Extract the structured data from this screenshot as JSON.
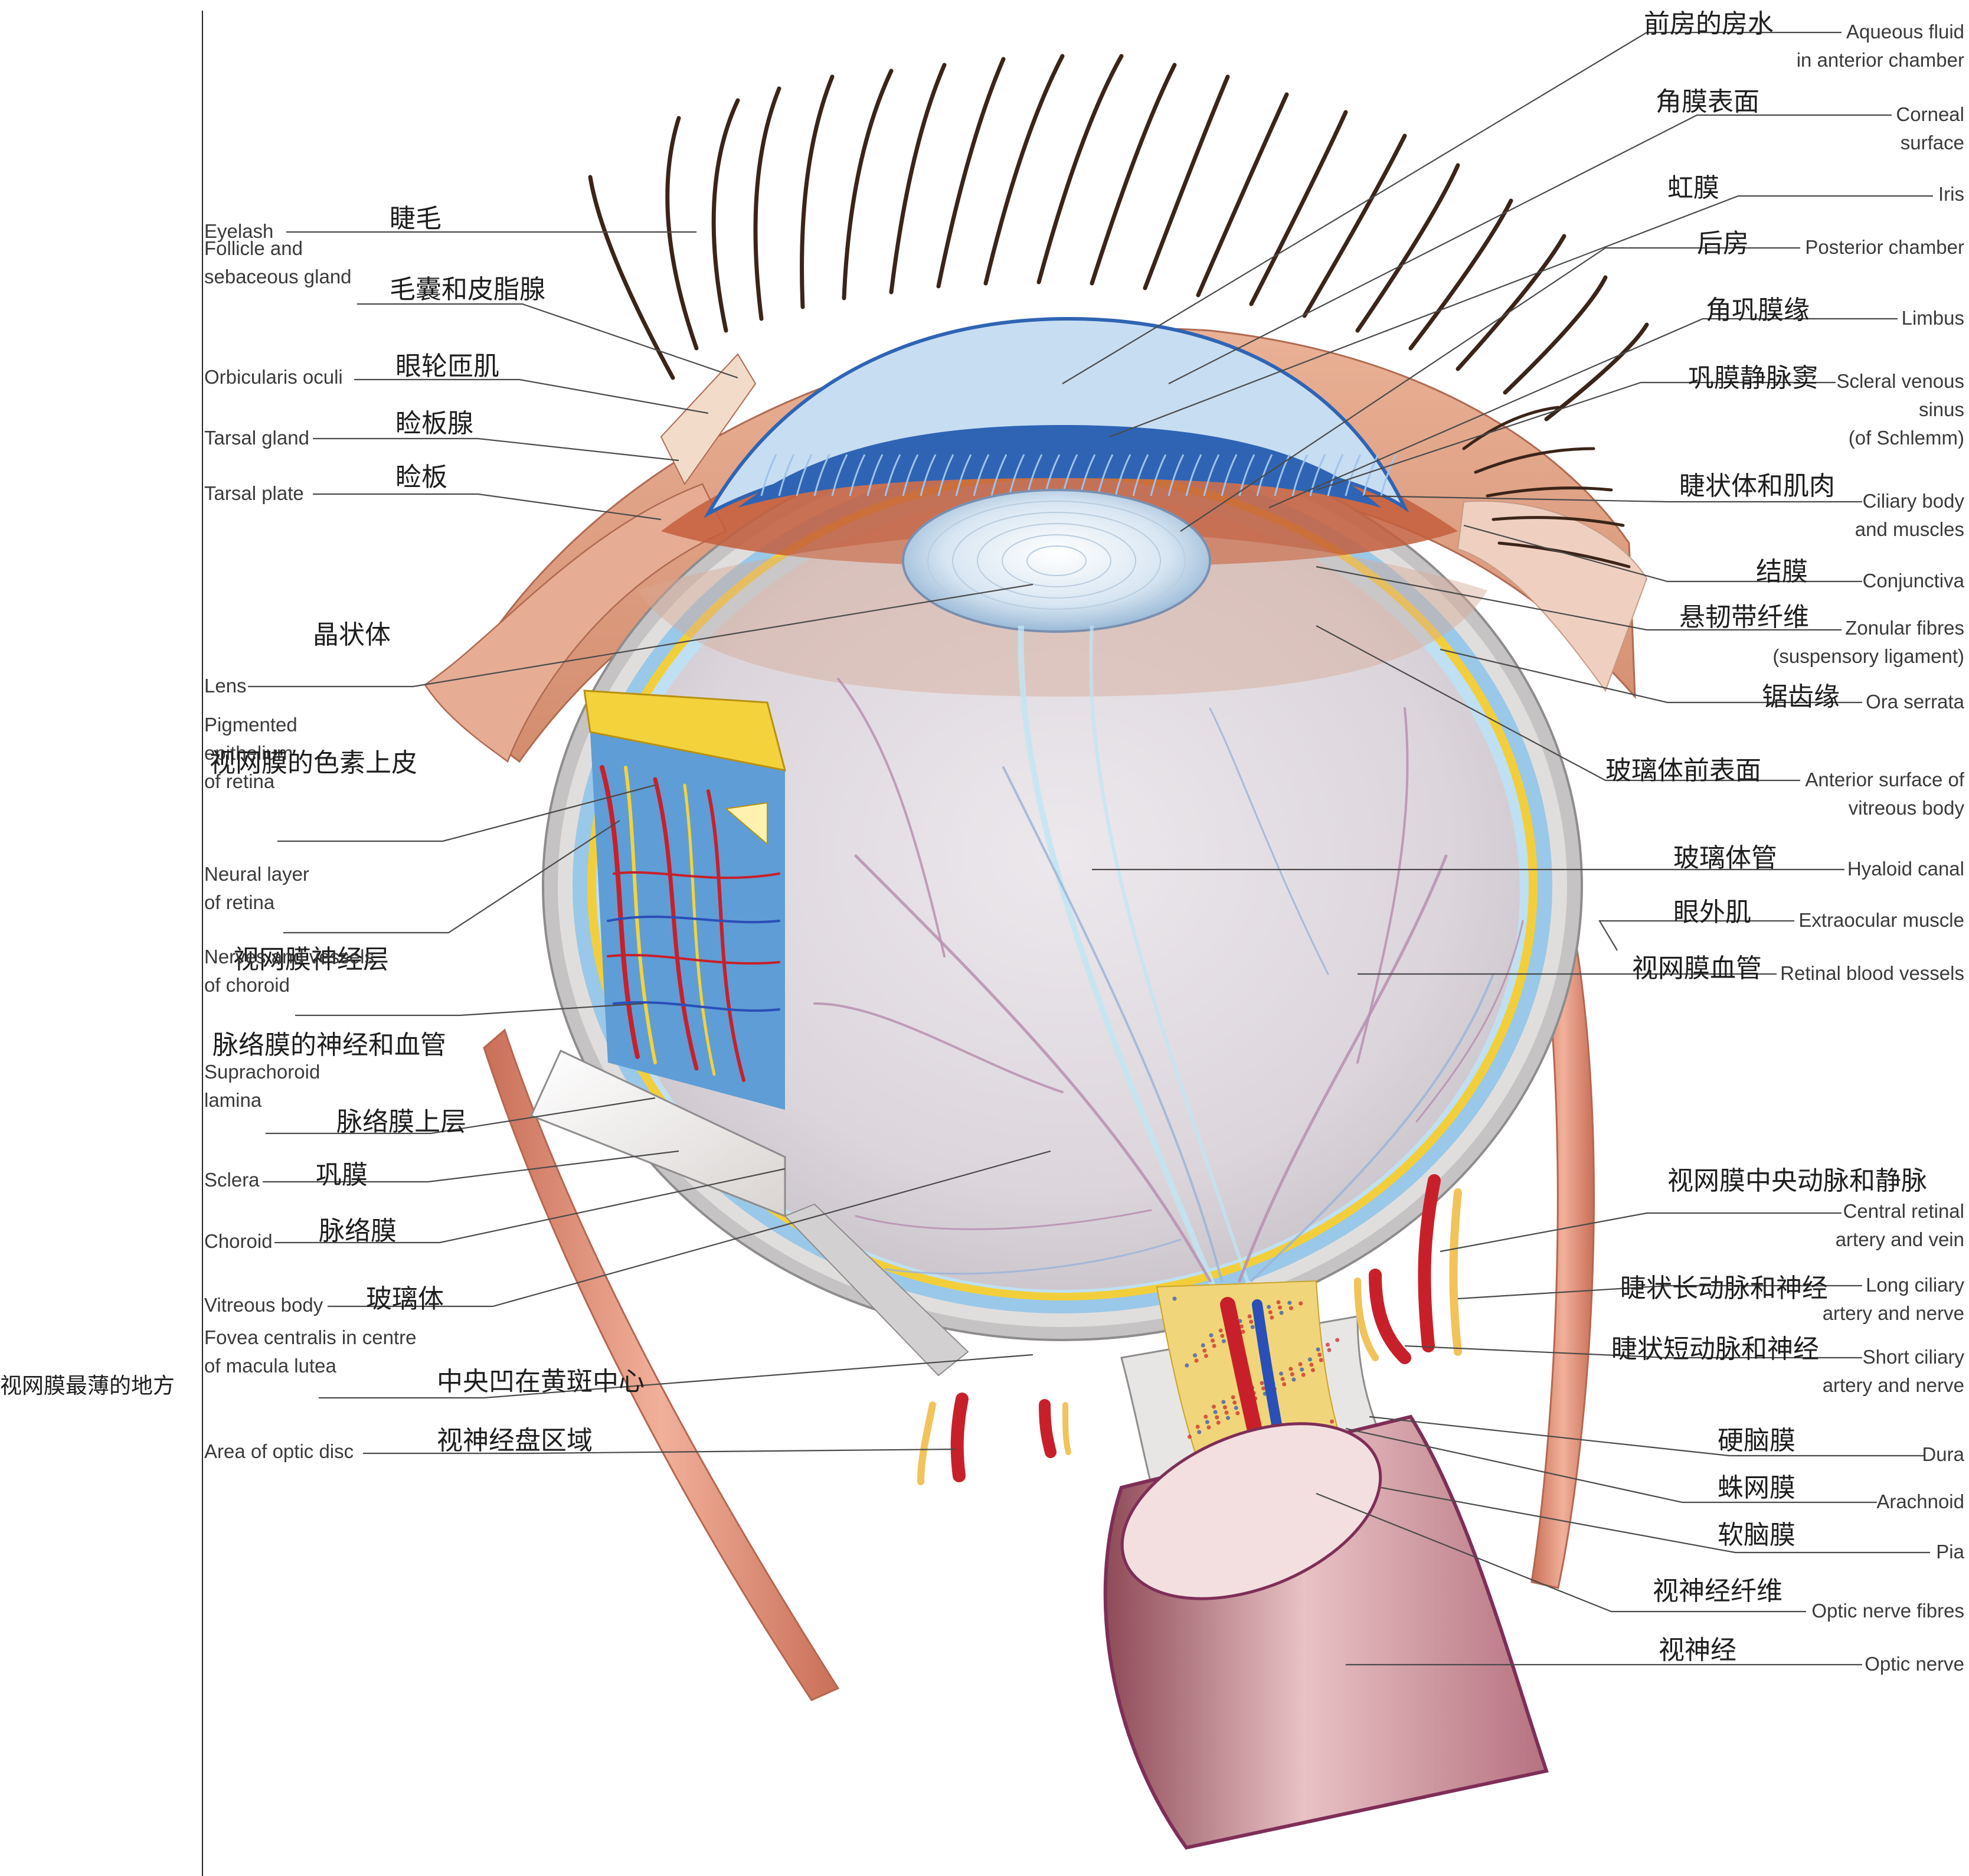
{
  "side_note": "视网膜最薄的地方",
  "left_labels": [
    {
      "en": [
        "Eyelash"
      ],
      "zh": "睫毛"
    },
    {
      "en": [
        "Follicle and",
        "sebaceous gland"
      ],
      "zh": "毛囊和皮脂腺"
    },
    {
      "en": [
        "Orbicularis oculi"
      ],
      "zh": "眼轮匝肌"
    },
    {
      "en": [
        "Tarsal gland"
      ],
      "zh": "睑板腺"
    },
    {
      "en": [
        "Tarsal plate"
      ],
      "zh": "睑板"
    },
    {
      "en": [
        "Lens"
      ],
      "zh": "晶状体"
    },
    {
      "en": [
        "Pigmented",
        "epithelium",
        "of retina"
      ],
      "zh": "视网膜的色素上皮"
    },
    {
      "en": [
        "Neural layer",
        "of retina"
      ],
      "zh": "视网膜神经层"
    },
    {
      "en": [
        "Nerves and vessels",
        "of choroid"
      ],
      "zh": "脉络膜的神经和血管"
    },
    {
      "en": [
        "Suprachoroid",
        "lamina"
      ],
      "zh": "脉络膜上层"
    },
    {
      "en": [
        "Sclera"
      ],
      "zh": "巩膜"
    },
    {
      "en": [
        "Choroid"
      ],
      "zh": "脉络膜"
    },
    {
      "en": [
        "Vitreous body"
      ],
      "zh": "玻璃体"
    },
    {
      "en": [
        "Fovea centralis in centre",
        "of macula lutea"
      ],
      "zh": "中央凹在黄斑中心"
    },
    {
      "en": [
        "Area of optic disc"
      ],
      "zh": "视神经盘区域"
    }
  ],
  "right_labels": [
    {
      "en": [
        "Aqueous fluid",
        "in anterior chamber"
      ],
      "zh": "前房的房水"
    },
    {
      "en": [
        "Corneal",
        "surface"
      ],
      "zh": "角膜表面"
    },
    {
      "en": [
        "Iris"
      ],
      "zh": "虹膜"
    },
    {
      "en": [
        "Posterior chamber"
      ],
      "zh": "后房"
    },
    {
      "en": [
        "Limbus"
      ],
      "zh": "角巩膜缘"
    },
    {
      "en": [
        "Scleral venous",
        "sinus",
        "(of Schlemm)"
      ],
      "zh": "巩膜静脉窦"
    },
    {
      "en": [
        "Ciliary body",
        "and muscles"
      ],
      "zh": "睫状体和肌肉"
    },
    {
      "en": [
        "Conjunctiva"
      ],
      "zh": "结膜"
    },
    {
      "en": [
        "Zonular fibres",
        "(suspensory ligament)"
      ],
      "zh": "悬韧带纤维"
    },
    {
      "en": [
        "Ora serrata"
      ],
      "zh": "锯齿缘"
    },
    {
      "en": [
        "Anterior surface of",
        "vitreous body"
      ],
      "zh": "玻璃体前表面"
    },
    {
      "en": [
        "Hyaloid canal"
      ],
      "zh": "玻璃体管"
    },
    {
      "en": [
        "Extraocular muscle"
      ],
      "zh": "眼外肌"
    },
    {
      "en": [
        "Retinal blood vessels"
      ],
      "zh": "视网膜血管"
    },
    {
      "en": [
        "Central retinal",
        "artery and vein"
      ],
      "zh": "视网膜中央动脉和静脉"
    },
    {
      "en": [
        "Long ciliary",
        "artery and nerve"
      ],
      "zh": "睫状长动脉和神经"
    },
    {
      "en": [
        "Short ciliary",
        "artery and nerve"
      ],
      "zh": "睫状短动脉和神经"
    },
    {
      "en": [
        "Dura"
      ],
      "zh": "硬脑膜"
    },
    {
      "en": [
        "Arachnoid"
      ],
      "zh": "蛛网膜"
    },
    {
      "en": [
        "Pia"
      ],
      "zh": "软脑膜"
    },
    {
      "en": [
        "Optic nerve fibres"
      ],
      "zh": "视神经纤维"
    },
    {
      "en": [
        "Optic nerve"
      ],
      "zh": "视神经"
    }
  ],
  "colors": {
    "skin": "#e3a488",
    "skin_dark": "#c67a5e",
    "sclera_white": "#f4f1ee",
    "sclera_grey": "#b9b9b9",
    "choroid_blue": "#8fc3e6",
    "retina_yellow": "#f3d23c",
    "vitreous": "#e4dfe3",
    "cornea_blue": "#2f64b4",
    "muscle": "#e39278",
    "artery": "#c8202a",
    "vein": "#2a4fb8",
    "optic_nerve": "#b9727c"
  }
}
